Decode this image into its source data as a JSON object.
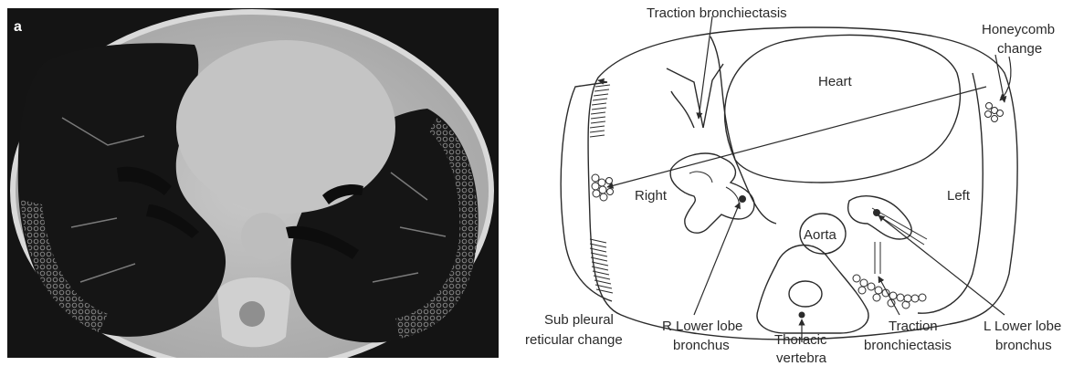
{
  "panel_letter": "a",
  "labels": {
    "traction_top": "Traction bronchiectasis",
    "honeycomb_line1": "Honeycomb",
    "honeycomb_line2": "change",
    "heart": "Heart",
    "right": "Right",
    "left": "Left",
    "aorta": "Aorta",
    "subpleural_line1": "Sub pleural",
    "subpleural_line2": "reticular change",
    "r_lower_line1": "R Lower lobe",
    "r_lower_line2": "bronchus",
    "thoracic_line1": "Thoracic",
    "thoracic_line2": "vertebra",
    "traction_bottom_line1": "Traction",
    "traction_bottom_line2": "bronchiectasis",
    "l_lower_line1": "L Lower lobe",
    "l_lower_line2": "bronchus"
  },
  "colors": {
    "ct_background": "#1a1a1a",
    "ct_soft_tissue": "#bfbfbf",
    "ct_lung": "#111111",
    "line": "#2b2b2b"
  }
}
